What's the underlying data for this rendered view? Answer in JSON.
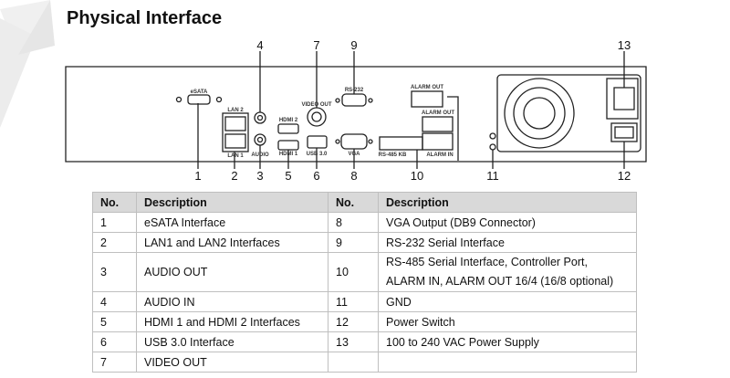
{
  "title": "Physical Interface",
  "device_labels": {
    "esata": "eSATA",
    "lan2": "LAN 2",
    "lan1": "LAN 1",
    "audio": "AUDIO",
    "hdmi2": "HDMI 2",
    "hdmi1": "HDMI 1",
    "usb": "USB 3.0",
    "video_out": "VIDEO OUT",
    "rs232": "RS-232",
    "vga": "VGA",
    "alarm_out": "ALARM OUT",
    "alarm_in": "ALARM IN",
    "rs485": "RS-485 KB"
  },
  "callouts": [
    "1",
    "2",
    "3",
    "4",
    "5",
    "6",
    "7",
    "8",
    "9",
    "10",
    "11",
    "12",
    "13"
  ],
  "table": {
    "headers": [
      "No.",
      "Description",
      "No.",
      "Description"
    ],
    "rows": [
      [
        "1",
        "eSATA Interface",
        "8",
        "VGA Output (DB9 Connector)"
      ],
      [
        "2",
        "LAN1 and LAN2 Interfaces",
        "9",
        "RS-232 Serial Interface"
      ],
      [
        "3",
        "AUDIO OUT",
        "10",
        "RS-485 Serial Interface, Controller Port, ALARM IN, ALARM OUT 16/4 (16/8 optional)"
      ],
      [
        "4",
        "AUDIO IN",
        "11",
        "GND"
      ],
      [
        "5",
        "HDMI 1 and HDMI 2 Interfaces",
        "12",
        "Power Switch"
      ],
      [
        "6",
        "USB 3.0 Interface",
        "13",
        "100 to 240 VAC Power Supply"
      ],
      [
        "7",
        "VIDEO OUT",
        "",
        ""
      ]
    ]
  }
}
